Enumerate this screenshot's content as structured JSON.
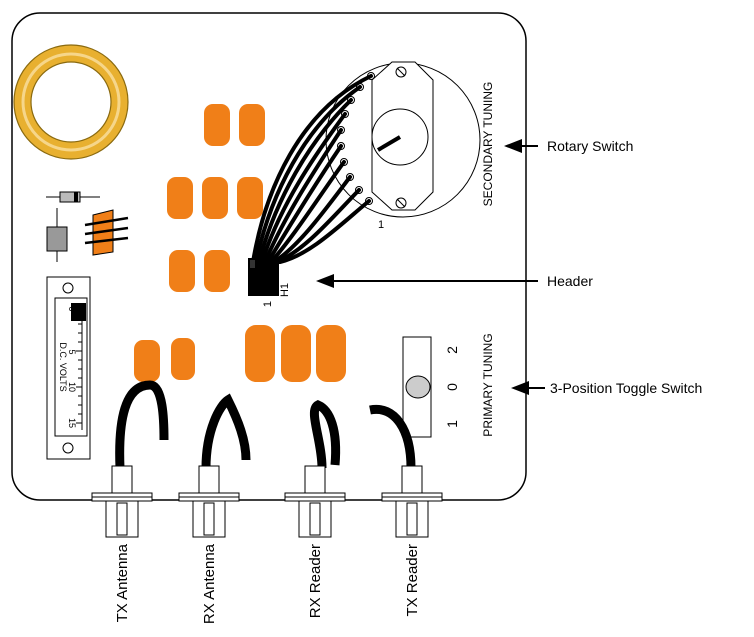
{
  "callouts": {
    "rotary_switch": "Rotary Switch",
    "header": "Header",
    "toggle_switch": "3-Position Toggle Switch"
  },
  "board_labels": {
    "secondary_tuning": "SECONDARY TUNING",
    "primary_tuning": "PRIMARY TUNING",
    "rotary_pin1": "1",
    "header_pin1": "1",
    "header_name": "H1",
    "toggle_positions": [
      "2",
      "0",
      "1"
    ]
  },
  "meter": {
    "scale_label": "D.C. VOLTS",
    "ticks": [
      "0",
      "5",
      "10",
      "15"
    ]
  },
  "connectors": [
    "TX Antenna",
    "RX Antenna",
    "RX Reader",
    "TX Reader"
  ],
  "colors": {
    "component_orange": "#F07F18",
    "coil_ring": "#E8B030",
    "board_outline": "#000000"
  }
}
